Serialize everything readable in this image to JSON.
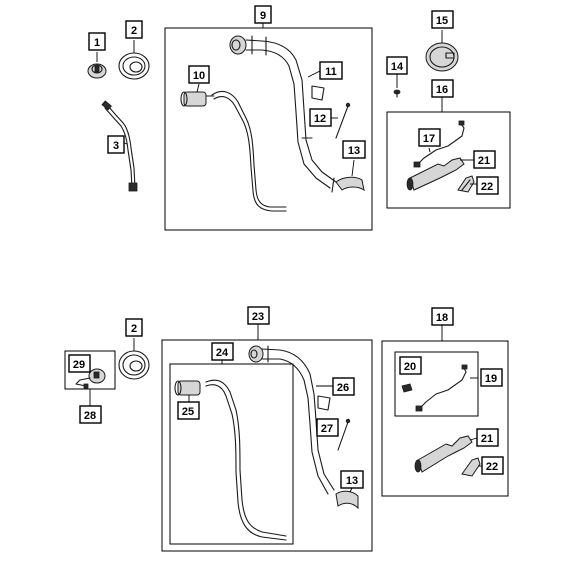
{
  "callouts": {
    "c1": "1",
    "c2a": "2",
    "c3": "3",
    "c9": "9",
    "c10": "10",
    "c11": "11",
    "c12": "12",
    "c13a": "13",
    "c14": "14",
    "c15": "15",
    "c16": "16",
    "c17": "17",
    "c21a": "21",
    "c22a": "22",
    "c2b": "2",
    "c23": "23",
    "c24": "24",
    "c25": "25",
    "c26": "26",
    "c27": "27",
    "c13b": "13",
    "c28": "28",
    "c29": "29",
    "c18": "18",
    "c20": "20",
    "c19": "19",
    "c21b": "21",
    "c22b": "22"
  }
}
